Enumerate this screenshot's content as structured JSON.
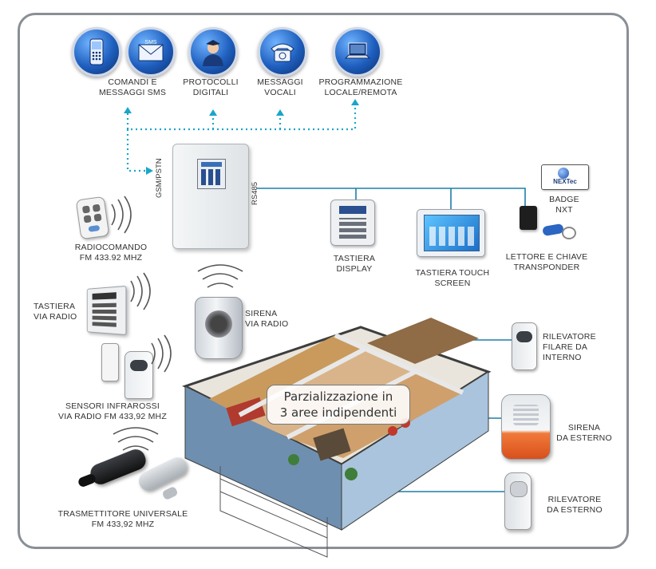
{
  "top_features": [
    {
      "label": "COMANDI E\nMESSAGGI SMS",
      "icon": "phone-icon"
    },
    {
      "label": "",
      "icon": "sms-envelope-icon"
    },
    {
      "label": "PROTOCOLLI\nDIGITALI",
      "icon": "operator-icon"
    },
    {
      "label": "MESSAGGI\nVOCALI",
      "icon": "telephone-icon"
    },
    {
      "label": "PROGRAMMAZIONE\nLOCALE/REMOTA",
      "icon": "laptop-icon"
    }
  ],
  "control_panel": {
    "gsm_label": "GSM/PSTN",
    "bus_label": "RS485"
  },
  "devices": {
    "radiocomando": "RADIOCOMANDO\nFM 433.92 MHz",
    "tastiera_display": "TASTIERA\nDISPLAY",
    "tastiera_touch": "TASTIERA TOUCH\nSCREEN",
    "badge": "BADGE\nNXT",
    "lettore": "LETTORE E CHIAVE\nTRANSPONDER",
    "tastiera_radio": "TASTIERA\nVIA RADIO",
    "sirena_radio": "SIRENA\nVIA RADIO",
    "sensori": "SENSORI INFRAROSSI\nVIA RADIO FM 433,92 MHz",
    "trasmettitore": "TRASMETTITORE UNIVERSALE\nFM 433,92 MHz",
    "rilevatore_interno": "RILEVATORE\nFILARE DA\nINTERNO",
    "sirena_esterno": "SIRENA\nDA ESTERNO",
    "rilevatore_esterno": "RILEVATORE\nDA ESTERNO"
  },
  "badge_logo": "NEXTec",
  "sms_badge": "SMS",
  "callout": "Parzializzazione in\n3 aree indipendenti",
  "colors": {
    "accent_line": "#1f7fa8",
    "dotted": "#1aa6c9",
    "icon_blue": "#1f5fbf",
    "siren_orange": "#e8622a"
  }
}
